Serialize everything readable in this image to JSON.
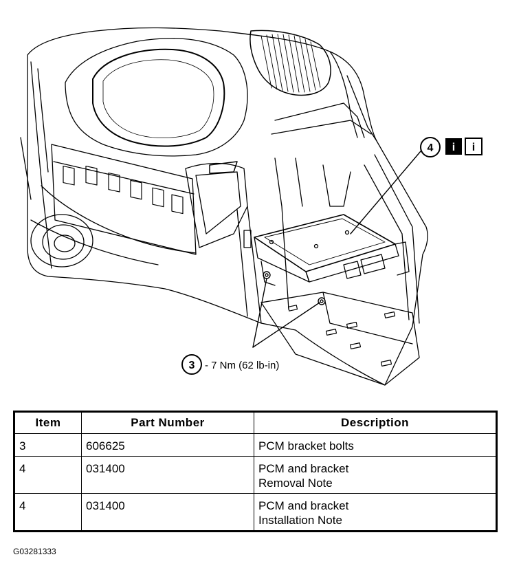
{
  "callouts": {
    "item3": {
      "number": "3",
      "spec": "- 7 Nm (62 lb-in)"
    },
    "item4": {
      "number": "4",
      "info_icon_1": "info-icon-filled",
      "info_icon_2": "info-icon-outline",
      "info_glyph": "i"
    }
  },
  "table": {
    "headers": [
      "Item",
      "Part Number",
      "Description"
    ],
    "rows": [
      {
        "item": "3",
        "part_number": "606625",
        "description": [
          "PCM bracket bolts"
        ]
      },
      {
        "item": "4",
        "part_number": "031400",
        "description": [
          "PCM and bracket",
          "Removal Note"
        ]
      },
      {
        "item": "4",
        "part_number": "031400",
        "description": [
          "PCM and bracket",
          "Installation Note"
        ]
      }
    ]
  },
  "figure_code": "G03281333"
}
